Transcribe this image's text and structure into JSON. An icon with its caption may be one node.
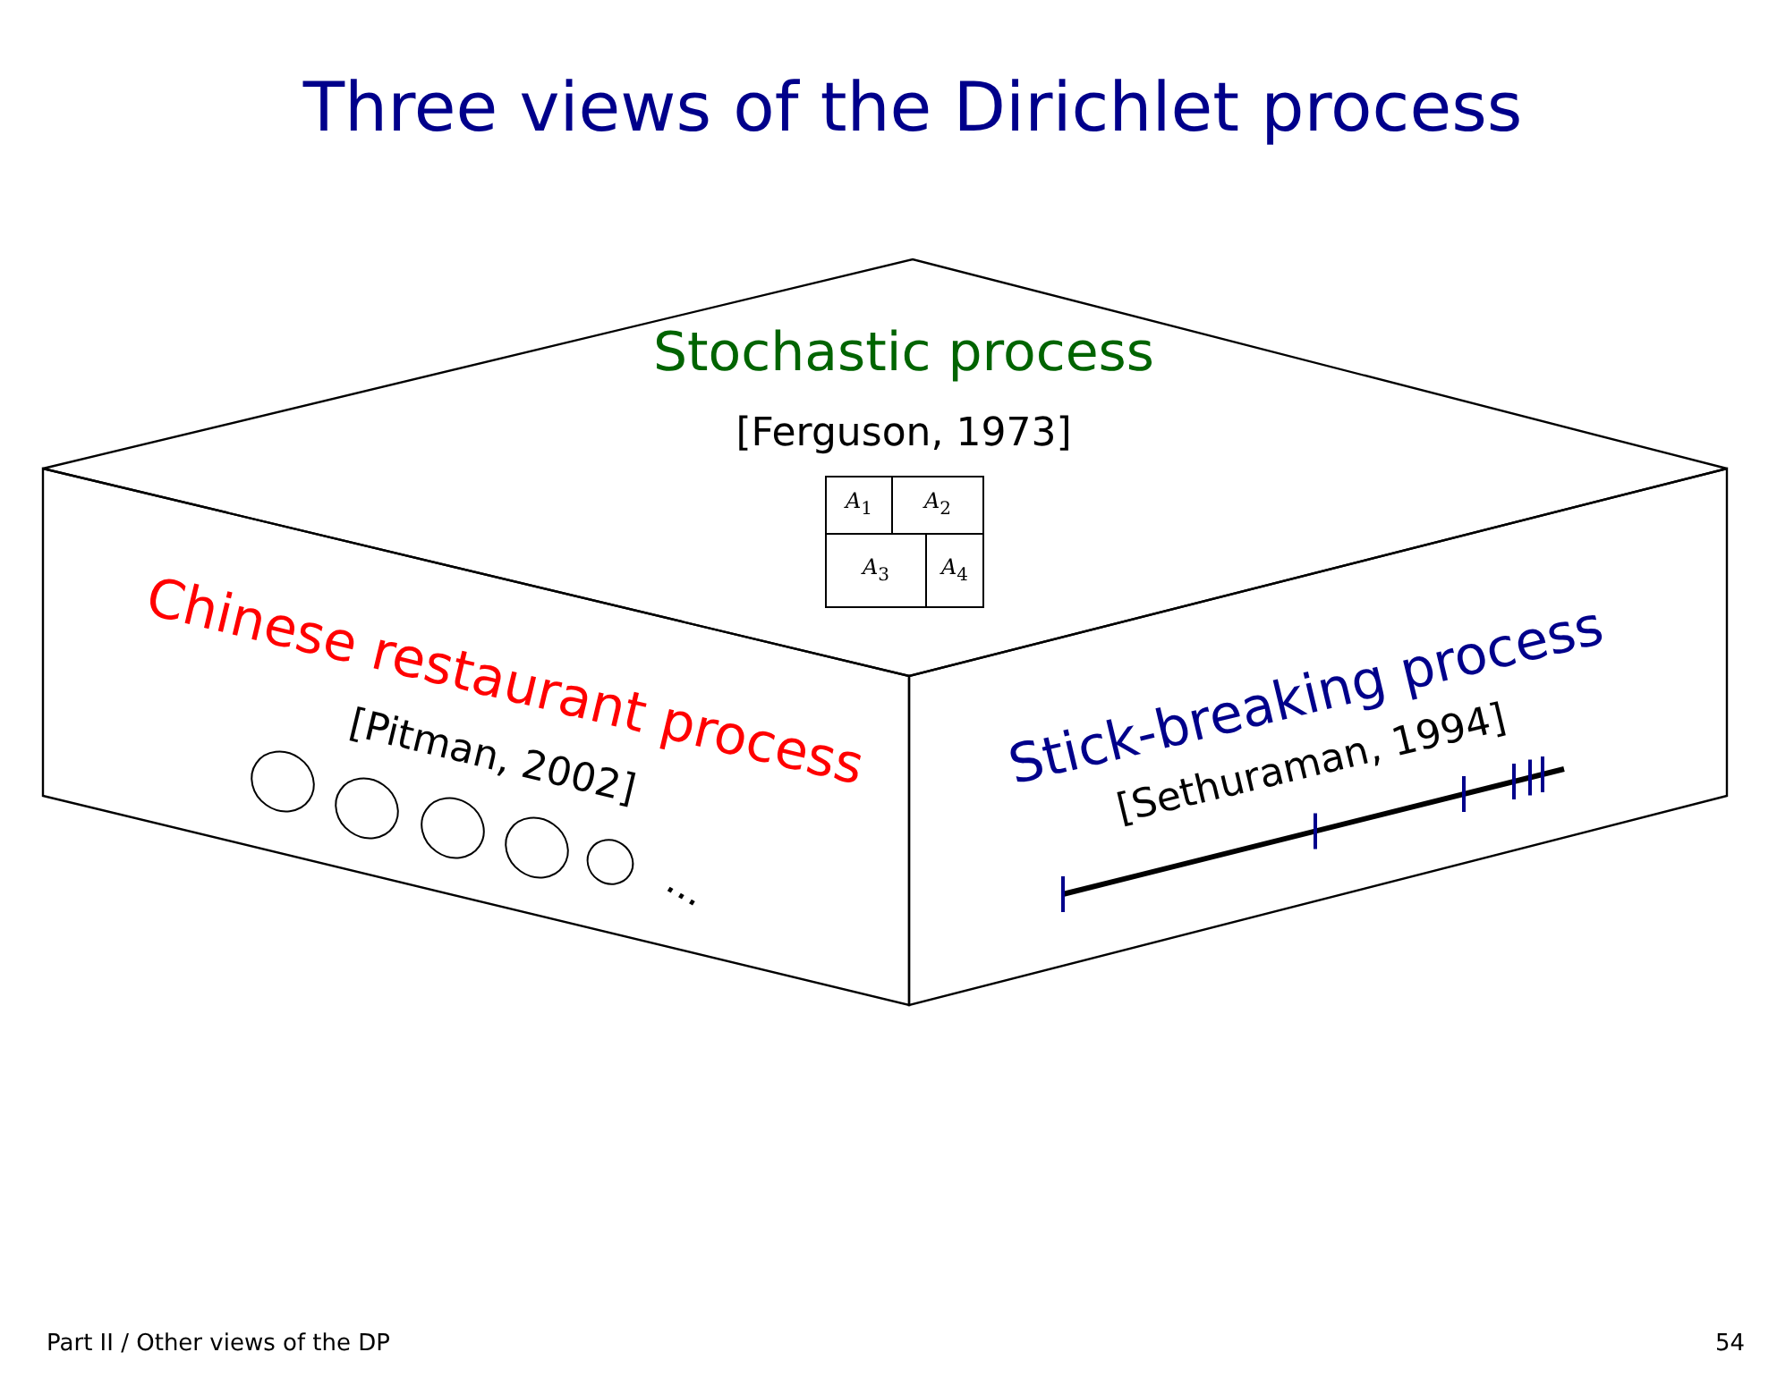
{
  "diagram": {
    "title": "Three views of the Dirichlet process",
    "nodes": [
      {
        "text": [
          "Stochastic process",
          "[Ferguson, 1973]"
        ]
      },
      {
        "text": [
          "*A*$_{1}$"
        ],
        "in": 0
      },
      {
        "text": [
          "*A*$_{2}$"
        ],
        "in": 0
      },
      {
        "text": [
          "*A*$_{3}$"
        ],
        "in": 0
      },
      {
        "text": [
          "*A*$_{4}$"
        ],
        "in": 0
      },
      {
        "text": [
          "Chinese restaurant process",
          "[Pitman, 2002]"
        ]
      },
      {
        "text": [
          "Stick-breaking process",
          "[Sethuraman, 1994]"
        ]
      }
    ],
    "edges": [],
    "labels": [
      "...",
      "Part II / Other views of the DP",
      "54"
    ]
  }
}
